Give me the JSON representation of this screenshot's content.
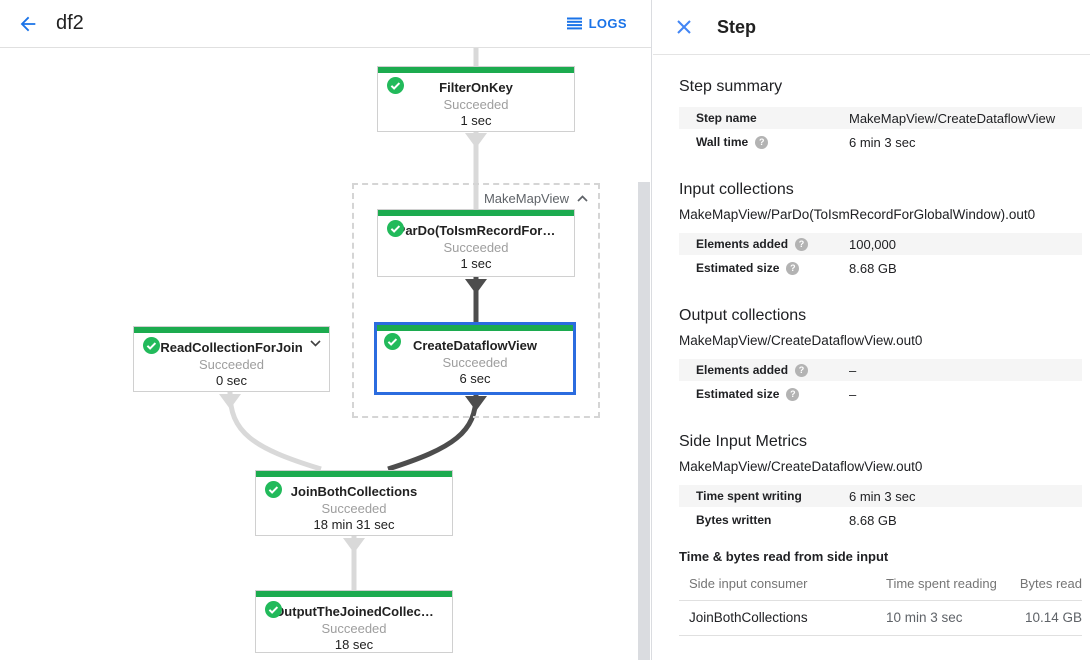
{
  "header": {
    "title": "df2",
    "logs_label": "LOGS"
  },
  "panel": {
    "title": "Step",
    "step_summary": {
      "heading": "Step summary",
      "rows": [
        {
          "label": "Step name",
          "value": "MakeMapView/CreateDataflowView"
        },
        {
          "label": "Wall time",
          "value": "6 min 3 sec"
        }
      ]
    },
    "input_collections": {
      "heading": "Input collections",
      "collection": "MakeMapView/ParDo(ToIsmRecordForGlobalWindow).out0",
      "rows": [
        {
          "label": "Elements added",
          "value": "100,000"
        },
        {
          "label": "Estimated size",
          "value": "8.68 GB"
        }
      ]
    },
    "output_collections": {
      "heading": "Output collections",
      "collection": "MakeMapView/CreateDataflowView.out0",
      "rows": [
        {
          "label": "Elements added",
          "value": "–"
        },
        {
          "label": "Estimated size",
          "value": "–"
        }
      ]
    },
    "side_input_metrics": {
      "heading": "Side Input Metrics",
      "collection": "MakeMapView/CreateDataflowView.out0",
      "rows": [
        {
          "label": "Time spent writing",
          "value": "6 min 3 sec"
        },
        {
          "label": "Bytes written",
          "value": "8.68 GB"
        }
      ]
    },
    "side_input_table": {
      "heading": "Time & bytes read from side input",
      "columns": [
        "Side input consumer",
        "Time spent reading",
        "Bytes read"
      ],
      "rows": [
        {
          "consumer": "JoinBothCollections",
          "time_spent_reading": "10 min 3 sec",
          "bytes_read": "10.14 GB"
        }
      ]
    }
  },
  "graph": {
    "group_label": "MakeMapView",
    "nodes": [
      {
        "title": "FilterOnKey",
        "status": "Succeeded",
        "time": "1 sec",
        "selected": false
      },
      {
        "title": "ParDo(ToIsmRecordFor…",
        "status": "Succeeded",
        "time": "1 sec",
        "selected": false
      },
      {
        "title": "CreateDataflowView",
        "status": "Succeeded",
        "time": "6 sec",
        "selected": true
      },
      {
        "title": "ReadCollectionForJoin",
        "status": "Succeeded",
        "time": "0 sec",
        "selected": false
      },
      {
        "title": "JoinBothCollections",
        "status": "Succeeded",
        "time": "18 min 31 sec",
        "selected": false
      },
      {
        "title": "OutputTheJoinedCollec…",
        "status": "Succeeded",
        "time": "18 sec",
        "selected": false
      }
    ]
  },
  "icons": {
    "help_glyph": "?"
  },
  "colors": {
    "accent_blue": "#1a73e8",
    "selected_node_border": "#2b6cdf",
    "success_green": "#1cab4f",
    "check_green": "#22ba5b",
    "succeeded_text": "#9e9e9e",
    "edge_light": "#d9d9d9",
    "edge_dark": "#4d4d4d",
    "row_stripe": "#f5f5f5"
  }
}
